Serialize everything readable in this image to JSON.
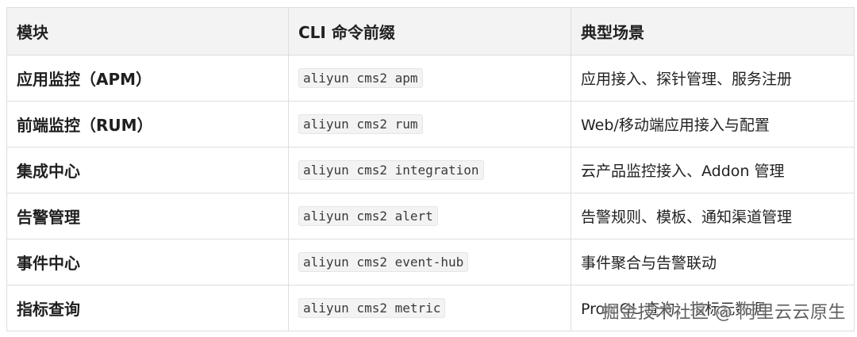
{
  "table": {
    "headers": [
      "模块",
      "CLI 命令前缀",
      "典型场景"
    ],
    "rows": [
      {
        "module": "应用监控（APM）",
        "command": "aliyun cms2 apm",
        "scenario": "应用接入、探针管理、服务注册"
      },
      {
        "module": "前端监控（RUM）",
        "command": "aliyun cms2 rum",
        "scenario": "Web/移动端应用接入与配置"
      },
      {
        "module": "集成中心",
        "command": "aliyun cms2 integration",
        "scenario": "云产品监控接入、Addon 管理"
      },
      {
        "module": "告警管理",
        "command": "aliyun cms2 alert",
        "scenario": "告警规则、模板、通知渠道管理"
      },
      {
        "module": "事件中心",
        "command": "aliyun cms2 event-hub",
        "scenario": "事件聚合与告警联动"
      },
      {
        "module": "指标查询",
        "command": "aliyun cms2 metric",
        "scenario": "PromQL 查询、指标元数据"
      }
    ]
  },
  "watermark": "掘金技术社区 @ 阿里云云原生"
}
